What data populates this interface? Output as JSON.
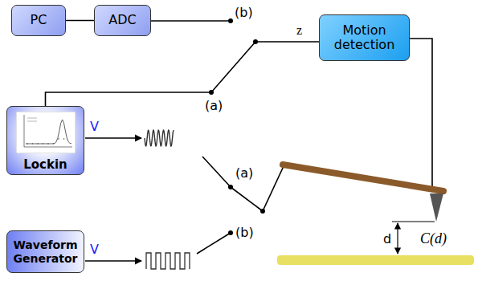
{
  "diagram": {
    "nodes": [
      {
        "text": [
          "PC"
        ]
      },
      {
        "text": [
          "ADC"
        ]
      },
      {
        "text": [
          "Motion detection"
        ]
      },
      {
        "text": [
          "Lockin"
        ]
      },
      {
        "text": [
          "Waveform Generator"
        ]
      }
    ],
    "edges": [
      {
        "from": 0,
        "to": 1,
        "arrow": "none"
      },
      {
        "from": 3,
        "to": 2,
        "arrow": "none"
      }
    ],
    "labels": [
      "(b)",
      "z",
      "(a)",
      "V",
      "(a)",
      "V",
      "(b)",
      "d",
      "C(d)"
    ]
  }
}
